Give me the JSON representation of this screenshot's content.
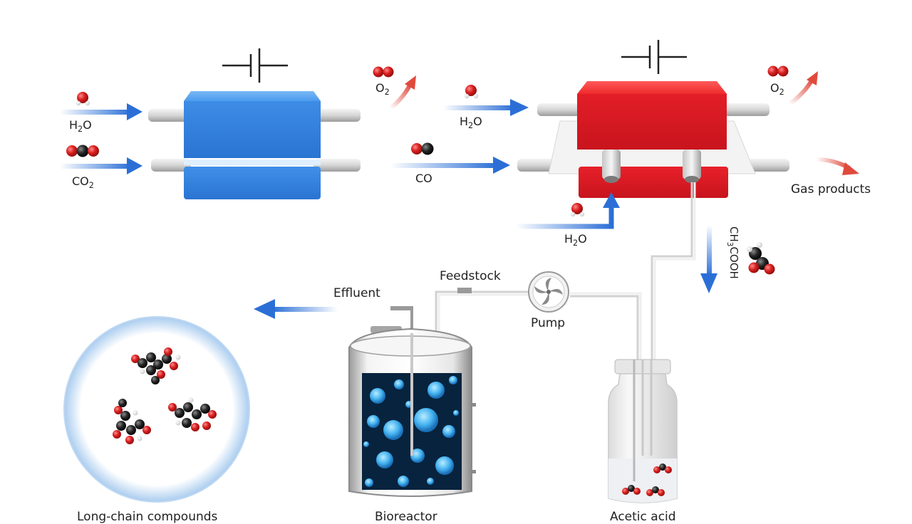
{
  "cell_co2": {
    "h2o_label": "H2O",
    "co2_label": "CO2",
    "o2_label": "O2"
  },
  "cell_co": {
    "h2o_top_label": "H2O",
    "co_label": "CO",
    "o2_label": "O2",
    "gas_products_label": "Gas products",
    "h2o_bottom_label": "H2O",
    "ch3cooh_label": "CH3COOH"
  },
  "lower": {
    "effluent_label": "Effluent",
    "feedstock_label": "Feedstock",
    "pump_label": "Pump",
    "bioreactor_label": "Bioreactor",
    "acetic_acid_label": "Acetic acid",
    "long_chain_label": "Long-chain compounds"
  },
  "colors": {
    "blue_cell": "#3f8fe8",
    "red_cell": "#e8202a",
    "flow_arrow": "#2b6fd6",
    "gas_arrow": "#e04a3c",
    "oxygen_atom": "#d81e1e",
    "carbon_atom": "#262626"
  }
}
